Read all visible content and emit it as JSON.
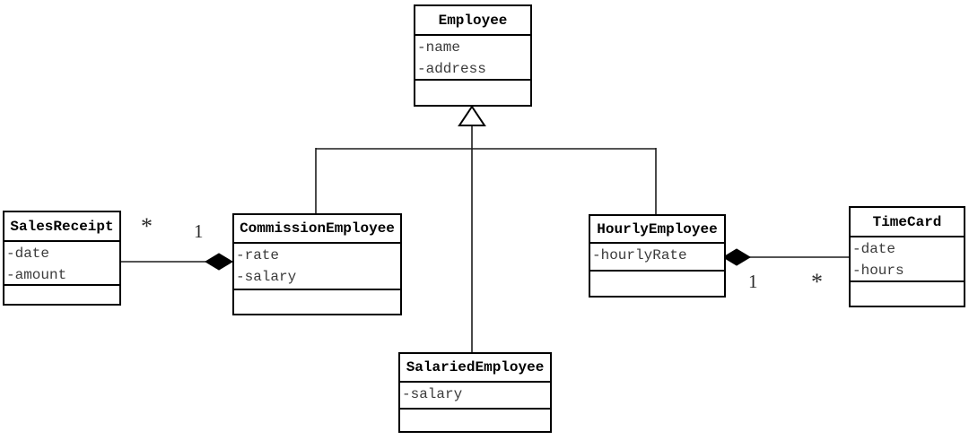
{
  "diagram": {
    "kind": "uml-class-diagram",
    "classes": [
      {
        "name": "Employee",
        "attributes": [
          "-name",
          "-address"
        ],
        "methods": []
      },
      {
        "name": "SalesReceipt",
        "attributes": [
          "-date",
          "-amount"
        ],
        "methods": []
      },
      {
        "name": "CommissionEmployee",
        "attributes": [
          "-rate",
          "-salary"
        ],
        "methods": []
      },
      {
        "name": "HourlyEmployee",
        "attributes": [
          "-hourlyRate"
        ],
        "methods": []
      },
      {
        "name": "TimeCard",
        "attributes": [
          "-date",
          "-hours"
        ],
        "methods": []
      },
      {
        "name": "SalariedEmployee",
        "attributes": [
          "-salary"
        ],
        "methods": []
      }
    ],
    "inheritance": {
      "parent": "Employee",
      "children": [
        "CommissionEmployee",
        "SalariedEmployee",
        "HourlyEmployee"
      ]
    },
    "associations": [
      {
        "type": "composition",
        "whole": "CommissionEmployee",
        "part": "SalesReceipt",
        "part_label": "*",
        "whole_label": "1"
      },
      {
        "type": "composition",
        "whole": "HourlyEmployee",
        "part": "TimeCard",
        "whole_label": "1",
        "part_label": "*"
      }
    ]
  }
}
